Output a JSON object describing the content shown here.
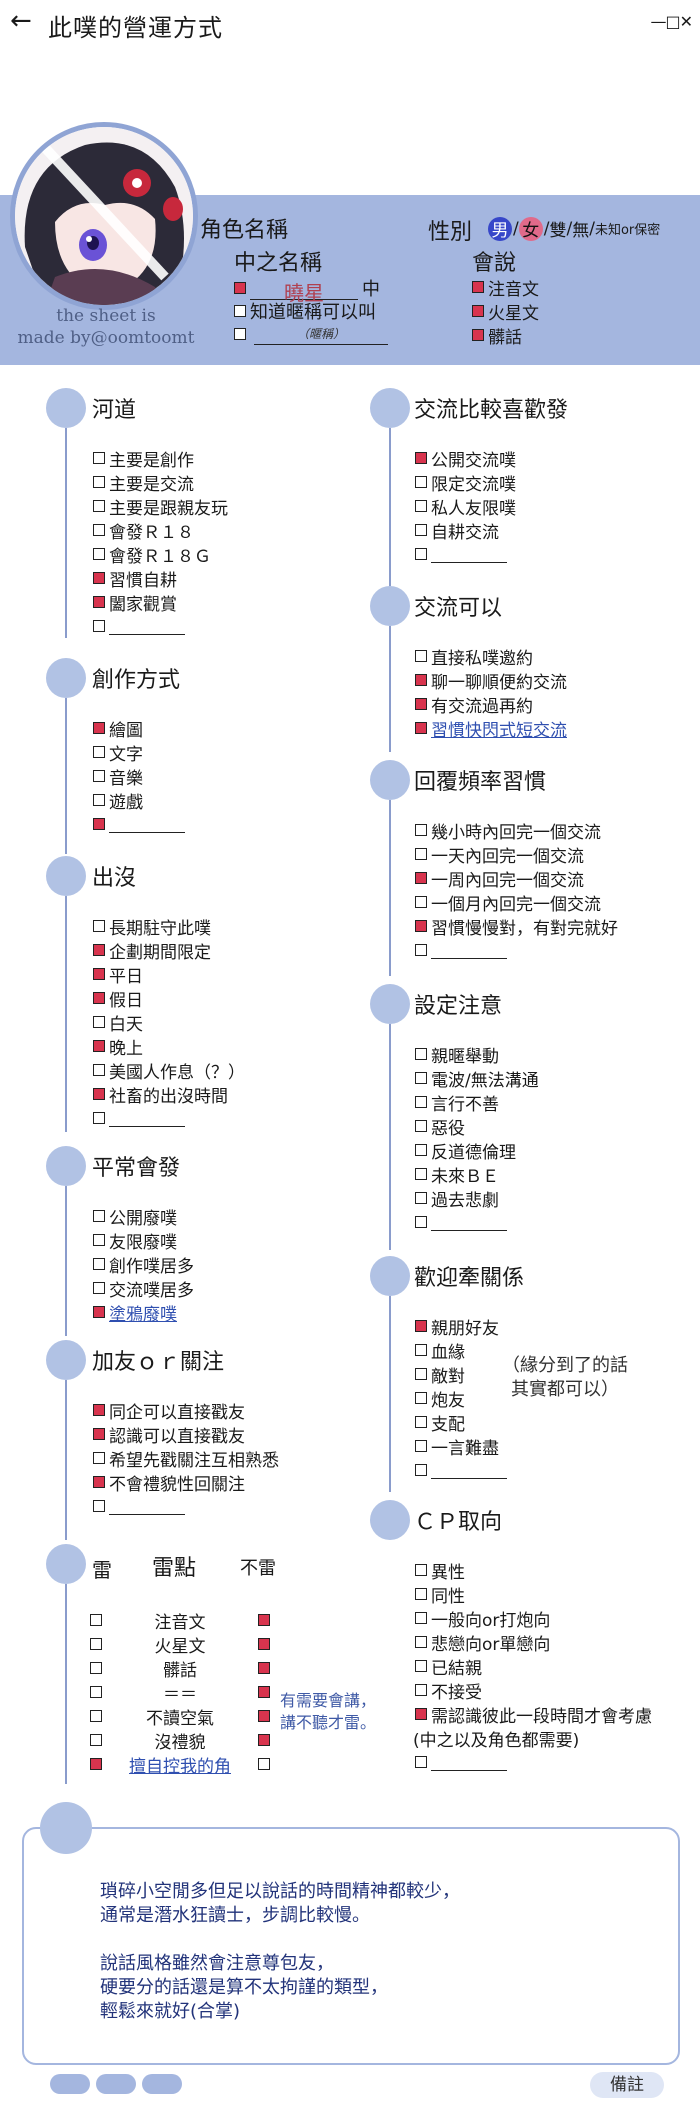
{
  "header": {
    "back": "←",
    "title": "此噗的營運方式",
    "window_controls": "—□✕"
  },
  "profile": {
    "credit": [
      "the sheet is",
      "made by@oomtoomt"
    ],
    "name_label": "角色名稱",
    "nick_label": "中之名稱",
    "nick_value": "曉星",
    "nick_suffix": "中",
    "nick_know": "知道暱稱可以叫",
    "nick_note": "（暱稱）",
    "gender_label": "性別",
    "gender_options": {
      "male": "男",
      "female": "女",
      "both": "雙",
      "none": "無",
      "unknown": "未知or保密"
    },
    "speak_label": "會說",
    "speak_items": [
      {
        "label": "注音文",
        "checked": true
      },
      {
        "label": "火星文",
        "checked": true
      },
      {
        "label": "髒話",
        "checked": true
      }
    ]
  },
  "sections": {
    "river": {
      "title": "河道",
      "items": [
        {
          "label": "主要是創作",
          "checked": false
        },
        {
          "label": "主要是交流",
          "checked": false
        },
        {
          "label": "主要是跟親友玩",
          "checked": false
        },
        {
          "label": "會發Ｒ１８",
          "checked": false
        },
        {
          "label": "會發Ｒ１８Ｇ",
          "checked": false
        },
        {
          "label": "習慣自耕",
          "checked": true
        },
        {
          "label": "闔家觀賞",
          "checked": true
        }
      ]
    },
    "create": {
      "title": "創作方式",
      "items": [
        {
          "label": "繪圖",
          "checked": true
        },
        {
          "label": "文字",
          "checked": false
        },
        {
          "label": "音樂",
          "checked": false
        },
        {
          "label": "遊戲",
          "checked": false
        }
      ]
    },
    "appear": {
      "title": "出沒",
      "items": [
        {
          "label": "長期駐守此噗",
          "checked": false
        },
        {
          "label": "企劃期間限定",
          "checked": true
        },
        {
          "label": "平日",
          "checked": true
        },
        {
          "label": "假日",
          "checked": true
        },
        {
          "label": "白天",
          "checked": false
        },
        {
          "label": "晚上",
          "checked": true
        },
        {
          "label": "美國人作息（？）",
          "checked": false
        },
        {
          "label": "社畜的出沒時間",
          "checked": true
        }
      ]
    },
    "post": {
      "title": "平常會發",
      "items": [
        {
          "label": "公開廢噗",
          "checked": false
        },
        {
          "label": "友限廢噗",
          "checked": false
        },
        {
          "label": "創作噗居多",
          "checked": false
        },
        {
          "label": "交流噗居多",
          "checked": false
        },
        {
          "label": "塗鴉廢噗",
          "checked": true
        }
      ]
    },
    "friend": {
      "title": "加友ｏｒ關注",
      "items": [
        {
          "label": "同企可以直接戳友",
          "checked": true
        },
        {
          "label": "認識可以直接戳友",
          "checked": true
        },
        {
          "label": "希望先戳關注互相熟悉",
          "checked": false
        },
        {
          "label": "不會禮貌性回關注",
          "checked": true
        }
      ]
    },
    "mines": {
      "title": "雷",
      "col_mid": "雷點",
      "col_right": "不雷",
      "rows": [
        {
          "label": "注音文",
          "mine": false,
          "ok": true
        },
        {
          "label": "火星文",
          "mine": false,
          "ok": true
        },
        {
          "label": "髒話",
          "mine": false,
          "ok": true
        },
        {
          "label": "＝＝",
          "mine": false,
          "ok": true
        },
        {
          "label": "不讀空氣",
          "mine": false,
          "ok": true
        },
        {
          "label": "沒禮貌",
          "mine": false,
          "ok": true
        },
        {
          "label": "擅自控我的角",
          "mine": true,
          "ok": false
        }
      ],
      "note": [
        "有需要會講，",
        "講不聽才雷。"
      ]
    },
    "exchange_pref": {
      "title": "交流比較喜歡發",
      "items": [
        {
          "label": "公開交流噗",
          "checked": true
        },
        {
          "label": "限定交流噗",
          "checked": false
        },
        {
          "label": "私人友限噗",
          "checked": false
        },
        {
          "label": "自耕交流",
          "checked": false
        }
      ]
    },
    "exchange_ok": {
      "title": "交流可以",
      "items": [
        {
          "label": "直接私噗邀約",
          "checked": false
        },
        {
          "label": "聊一聊順便約交流",
          "checked": true
        },
        {
          "label": "有交流過再約",
          "checked": true
        },
        {
          "label": "習慣快閃式短交流",
          "checked": true
        }
      ]
    },
    "reply": {
      "title": "回覆頻率習慣",
      "items": [
        {
          "label": "幾小時內回完一個交流",
          "checked": false
        },
        {
          "label": "一天內回完一個交流",
          "checked": false
        },
        {
          "label": "一周內回完一個交流",
          "checked": true
        },
        {
          "label": "一個月內回完一個交流",
          "checked": false
        },
        {
          "label": "習慣慢慢對，有對完就好",
          "checked": true
        }
      ]
    },
    "setting": {
      "title": "設定注意",
      "items": [
        {
          "label": "親暱舉動",
          "checked": false
        },
        {
          "label": "電波/無法溝通",
          "checked": false
        },
        {
          "label": "言行不善",
          "checked": false
        },
        {
          "label": "惡役",
          "checked": false
        },
        {
          "label": "反道德倫理",
          "checked": false
        },
        {
          "label": "未來ＢＥ",
          "checked": false
        },
        {
          "label": "過去悲劇",
          "checked": false
        }
      ]
    },
    "relation": {
      "title": "歡迎牽關係",
      "items": [
        {
          "label": "親朋好友",
          "checked": true
        },
        {
          "label": "血緣",
          "checked": false
        },
        {
          "label": "敵對",
          "checked": false
        },
        {
          "label": "炮友",
          "checked": false
        },
        {
          "label": "支配",
          "checked": false
        },
        {
          "label": "一言難盡",
          "checked": false
        }
      ],
      "note": [
        "（緣分到了的話",
        "其實都可以）"
      ]
    },
    "cp": {
      "title": "ＣＰ取向",
      "items": [
        {
          "label": "異性",
          "checked": false
        },
        {
          "label": "同性",
          "checked": false
        },
        {
          "label": "一般向or打炮向",
          "checked": false
        },
        {
          "label": "悲戀向or單戀向",
          "checked": false
        },
        {
          "label": "已結親",
          "checked": false
        },
        {
          "label": "不接受",
          "checked": false
        },
        {
          "label": "需認識彼此一段時間才會考慮",
          "checked": true
        }
      ],
      "extra": "(中之以及角色都需要)"
    }
  },
  "memo": {
    "lines": [
      "瑣碎小空閒多但足以說話的時間精神都較少，",
      "通常是潛水狂讀士，步調比較慢。",
      "",
      "說話風格雖然會注意尊包友，",
      "硬要分的話還是算不太拘謹的類型，",
      "輕鬆來就好(合掌)"
    ],
    "remark_button": "備註"
  },
  "colors": {
    "accent": "#a4b6df",
    "dot": "#b1c2e4",
    "checked": "#d8344e"
  }
}
